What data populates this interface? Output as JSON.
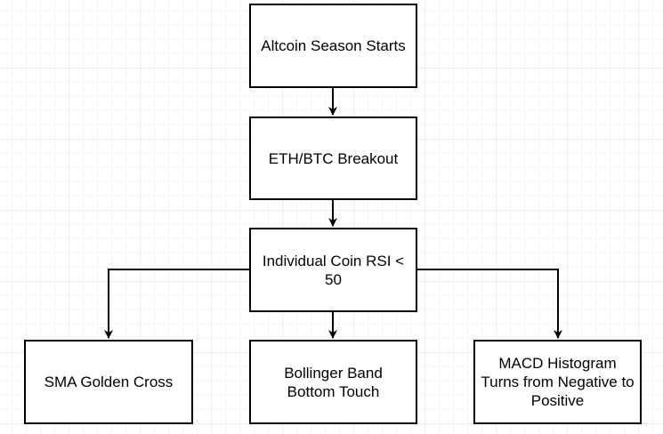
{
  "diagram": {
    "nodes": [
      {
        "id": "altcoin-season",
        "label": "Altcoin Season Starts"
      },
      {
        "id": "eth-btc-breakout",
        "label": "ETH/BTC Breakout"
      },
      {
        "id": "coin-rsi",
        "label": "Individual Coin RSI < 50"
      },
      {
        "id": "sma-golden-cross",
        "label": "SMA Golden Cross"
      },
      {
        "id": "bollinger-bottom",
        "label": "Bollinger Band Bottom Touch"
      },
      {
        "id": "macd-histogram",
        "label": "MACD Histogram Turns from Negative to Positive"
      }
    ],
    "edges": [
      {
        "from": "altcoin-season",
        "to": "eth-btc-breakout"
      },
      {
        "from": "eth-btc-breakout",
        "to": "coin-rsi"
      },
      {
        "from": "coin-rsi",
        "to": "sma-golden-cross"
      },
      {
        "from": "coin-rsi",
        "to": "bollinger-bottom"
      },
      {
        "from": "coin-rsi",
        "to": "macd-histogram"
      }
    ],
    "colors": {
      "border": "#000000",
      "fill": "#ffffff",
      "grid": "#ececec"
    }
  }
}
